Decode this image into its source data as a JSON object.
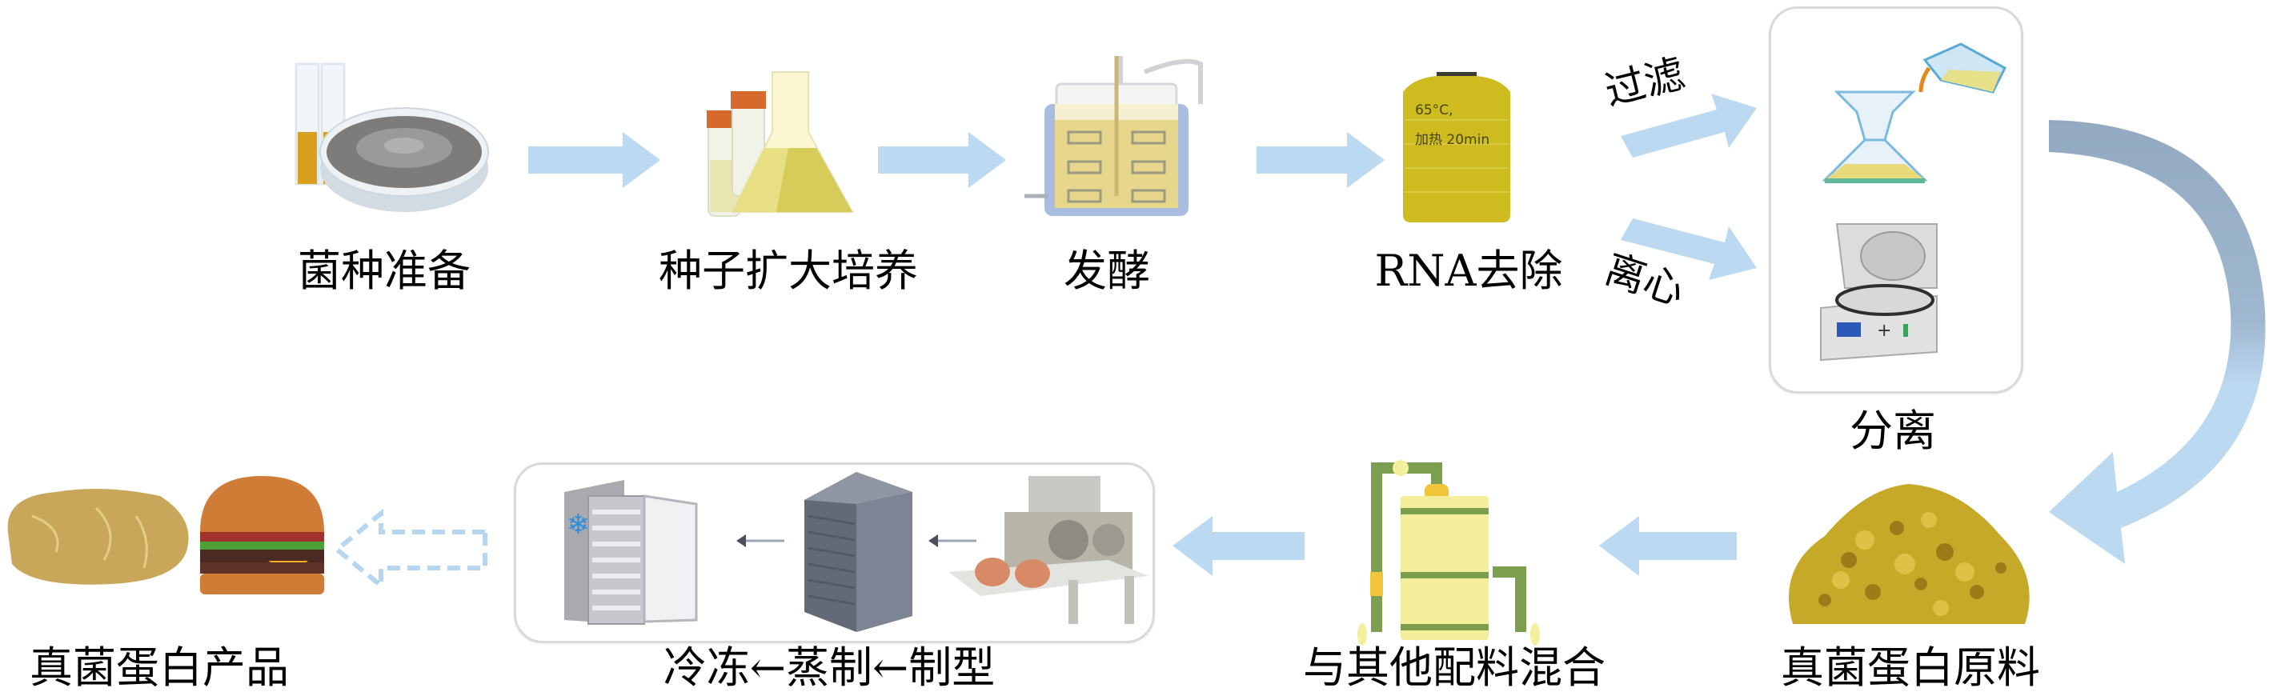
{
  "title": "真菌蛋白生产工艺流程",
  "colors": {
    "arrow_light_blue": "#bcd9f2",
    "arc_dark_blue": "#93a9c2",
    "box_border": "#d9d9d9",
    "tank_yellow": "#cdbb20",
    "text": "#000000"
  },
  "steps": {
    "strain_prep": {
      "label": "菌种准备",
      "icon": "petri-dish-and-test-tubes"
    },
    "seed_culture": {
      "label": "种子扩大培养",
      "icon": "flask-and-culture-tubes"
    },
    "fermentation": {
      "label": "发酵",
      "icon": "fermenter-tank"
    },
    "rna_removal": {
      "label": "RNA去除",
      "icon": "heating-tank",
      "tank_line1": "65°C,",
      "tank_line2": "加热 20min"
    },
    "separation": {
      "label": "分离",
      "icon": "filter-funnel-and-centrifuge",
      "branch_filter": "过滤",
      "branch_centrifuge": "离心"
    },
    "raw_material": {
      "label": "真菌蛋白原料",
      "icon": "mycoprotein-pile"
    },
    "mixing": {
      "label": "与其他配料混合",
      "icon": "mixing-vessel"
    },
    "processing": {
      "label": "冷冻←蒸制←制型",
      "icon": "freezer-steamer-forming-machine"
    },
    "product": {
      "label": "真菌蛋白产品",
      "icon": "patty-and-burger"
    }
  },
  "flow": [
    "菌种准备",
    "种子扩大培养",
    "发酵",
    "RNA去除",
    "分离",
    "真菌蛋白原料",
    "与其他配料混合",
    "冷冻←蒸制←制型",
    "真菌蛋白产品"
  ]
}
